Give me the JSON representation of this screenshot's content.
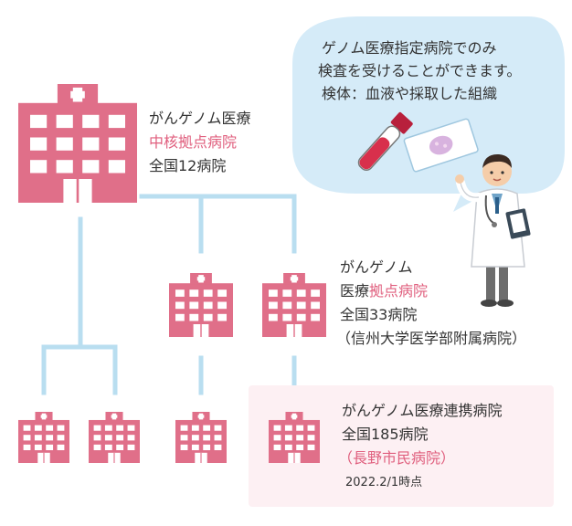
{
  "colors": {
    "hospital": "#e06f89",
    "accent_text": "#e05f7e",
    "connector": "#b9def0",
    "bubble": "#d5ebf8",
    "affiliate_panel": "#fdf0f3",
    "body_text": "#333333"
  },
  "bubble": {
    "line1": "ゲノム医療指定病院でのみ",
    "line2": "検査を受けることができます。",
    "line3": "検体：血液や採取した組織"
  },
  "core": {
    "line1": "がんゲノム医療",
    "line2": "中核拠点病院",
    "line3": "全国12病院"
  },
  "base": {
    "line1": "がんゲノム",
    "line2a": "医療",
    "line2b": "拠点病院",
    "line3": "全国33病院",
    "line4": "（信州大学医学部附属病院）"
  },
  "affiliate": {
    "line1": "がんゲノム医療連携病院",
    "line2": "全国185病院",
    "line3": "（長野市民病院）",
    "line4": "2022.2/1時点"
  },
  "icons": {
    "hospital": "hospital-building-icon",
    "doctor": "doctor-illustration",
    "tube": "blood-sample-tube-icon",
    "slide": "tissue-slide-icon"
  }
}
